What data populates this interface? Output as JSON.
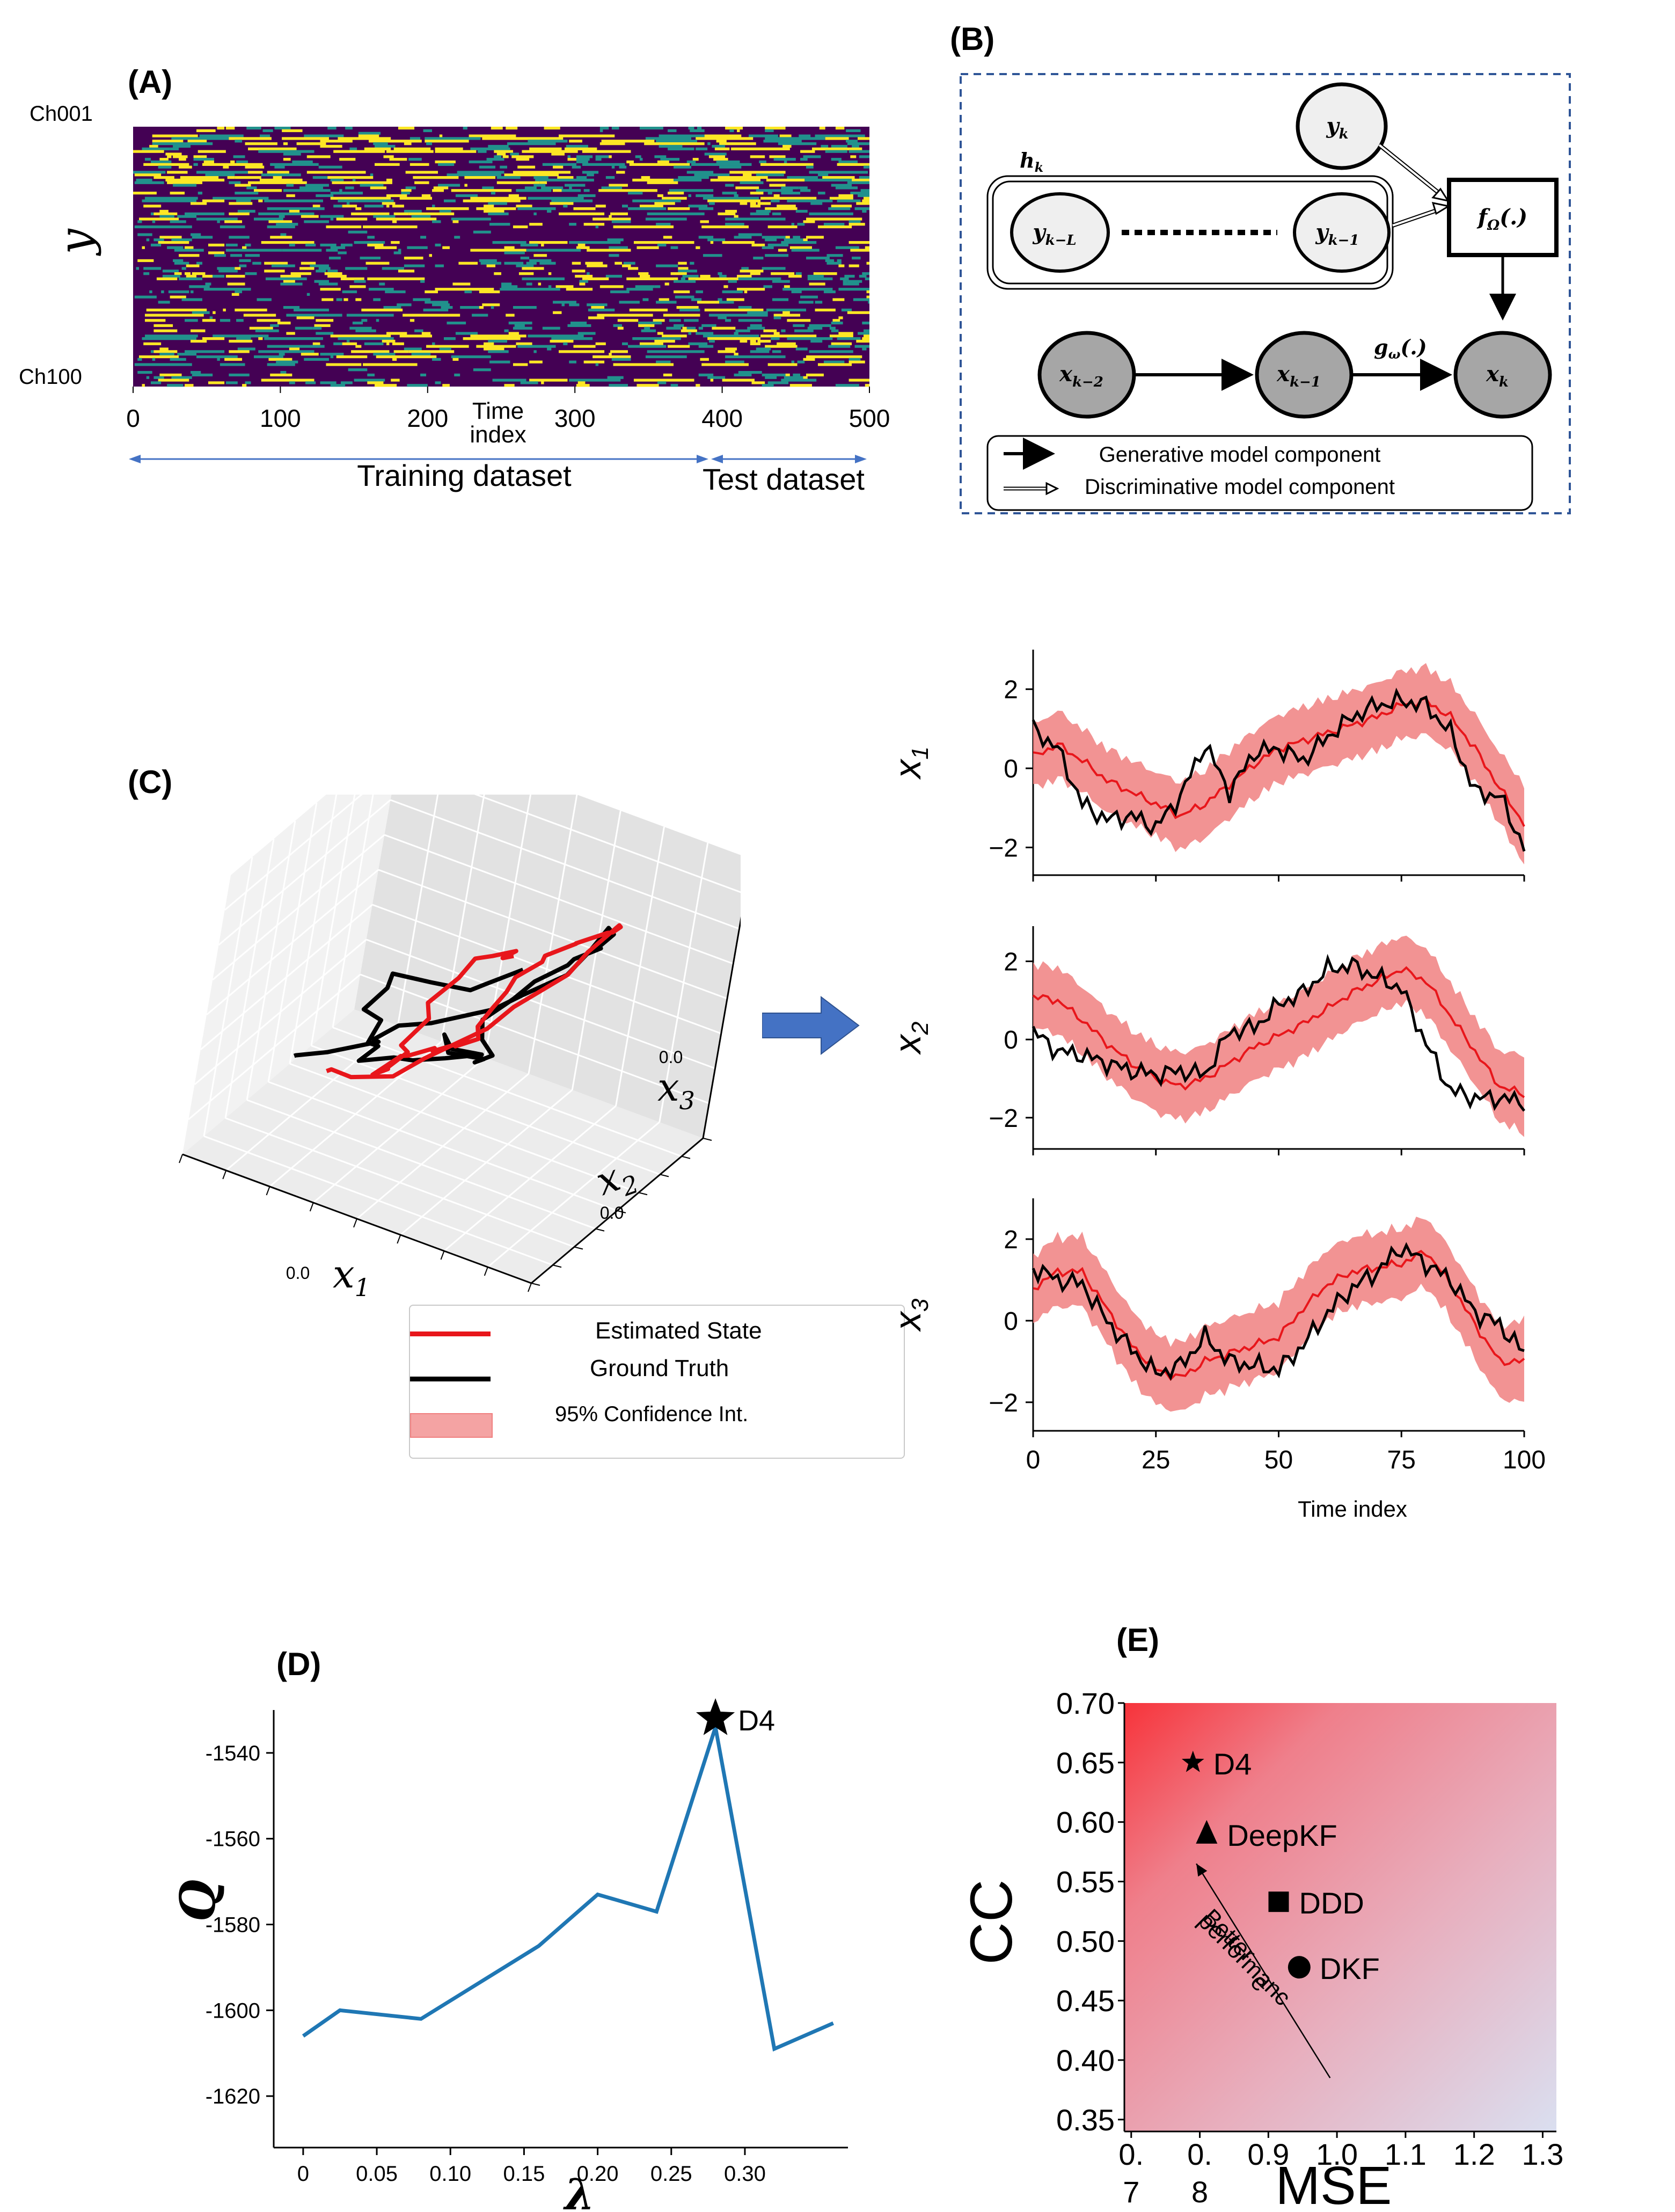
{
  "panels": {
    "A": {
      "label": "(A)",
      "ylabel": "y",
      "ch_top": "Ch001",
      "ch_bottom": "Ch100",
      "xticks": [
        "0",
        "100",
        "200",
        "300",
        "400",
        "500"
      ],
      "xlabel_line1": "Time",
      "xlabel_line2": "index",
      "training_label": "Training dataset",
      "test_label": "Test dataset",
      "colors": {
        "background": "#440154",
        "low": "#21918c",
        "high": "#fde725"
      }
    },
    "B": {
      "label": "(B)",
      "nodes": {
        "yk": "y",
        "yk_sub": "k",
        "hk": "h",
        "hk_sub": "k",
        "ykL": "y",
        "ykL_sub": "k−L",
        "ykm1": "y",
        "ykm1_sub": "k−1",
        "f": "f",
        "f_sub": "Ω",
        "f_arg": "(.)",
        "g": "g",
        "g_sub": "ω",
        "g_arg": "(.)",
        "xk2": "x",
        "xk2_sub": "k−2",
        "xk1": "x",
        "xk1_sub": "k−1",
        "xk": "x",
        "xk_sub": "k"
      },
      "legend": {
        "generative": "Generative model component",
        "discriminative": "Discriminative model component"
      }
    },
    "C": {
      "label": "(C)",
      "axis3d": {
        "x1": "x",
        "x1_sub": "1",
        "x2": "x",
        "x2_sub": "2",
        "x3": "x",
        "x3_sub": "3",
        "tick": "0.0"
      },
      "legend": {
        "estimated": "Estimated State",
        "ground_truth": "Ground Truth",
        "ci": "95% Confidence Int."
      },
      "colors": {
        "estimated": "#e8161b",
        "ground_truth": "#000000",
        "ci": "#f08080"
      }
    },
    "D": {
      "label": "(D)"
    },
    "E": {
      "label": "(E)",
      "arrow_text": [
        "Better",
        "performanc",
        "e"
      ]
    }
  },
  "chart_data": [
    {
      "id": "C-x1",
      "type": "line",
      "ylabel": "x",
      "ylabel_sub": "1",
      "xlim": [
        0,
        100
      ],
      "ylim": [
        -2.7,
        3.0
      ],
      "yticks": [
        -2,
        0,
        2
      ],
      "x": [
        0,
        5,
        10,
        15,
        20,
        25,
        30,
        35,
        40,
        45,
        50,
        55,
        60,
        65,
        70,
        75,
        80,
        85,
        90,
        95,
        100
      ],
      "series": [
        {
          "name": "Estimated State",
          "values": [
            0.3,
            0.6,
            0.2,
            -0.3,
            -0.6,
            -0.9,
            -1.2,
            -0.9,
            -0.4,
            0.1,
            0.5,
            0.7,
            0.9,
            1.1,
            1.3,
            1.6,
            1.7,
            1.3,
            0.5,
            -0.5,
            -1.4
          ]
        },
        {
          "name": "Ground Truth",
          "values": [
            1.0,
            0.5,
            -0.9,
            -1.3,
            -1.2,
            -1.5,
            -0.7,
            0.6,
            -0.6,
            0.4,
            0.5,
            0.2,
            0.8,
            1.3,
            1.6,
            1.7,
            1.6,
            0.9,
            -0.6,
            -0.7,
            -2.0
          ]
        }
      ],
      "ci_halfwidth": [
        0.8,
        0.85,
        0.8,
        0.8,
        0.8,
        0.8,
        0.85,
        0.85,
        0.85,
        0.85,
        0.85,
        0.85,
        0.85,
        0.85,
        0.85,
        0.85,
        0.85,
        0.85,
        0.85,
        0.9,
        1.0
      ]
    },
    {
      "id": "C-x2",
      "type": "line",
      "ylabel": "x",
      "ylabel_sub": "2",
      "xlim": [
        0,
        100
      ],
      "ylim": [
        -2.8,
        2.9
      ],
      "yticks": [
        -2,
        0,
        2
      ],
      "x": [
        0,
        5,
        10,
        15,
        20,
        25,
        30,
        35,
        40,
        45,
        50,
        55,
        60,
        65,
        70,
        75,
        80,
        85,
        90,
        95,
        100
      ],
      "series": [
        {
          "name": "Estimated State",
          "values": [
            1.1,
            1.0,
            0.5,
            -0.1,
            -0.6,
            -1.0,
            -1.2,
            -1.0,
            -0.6,
            -0.2,
            0.1,
            0.4,
            0.8,
            1.2,
            1.5,
            1.8,
            1.5,
            0.6,
            -0.3,
            -1.2,
            -1.4
          ]
        },
        {
          "name": "Ground Truth",
          "values": [
            0.2,
            -0.3,
            -0.4,
            -0.6,
            -0.8,
            -0.9,
            -0.8,
            -0.9,
            0.2,
            0.3,
            0.9,
            1.2,
            1.8,
            1.9,
            1.6,
            1.3,
            -0.1,
            -1.3,
            -1.5,
            -1.5,
            -1.6
          ]
        }
      ],
      "ci_halfwidth": [
        0.8,
        0.85,
        0.85,
        0.85,
        0.85,
        0.85,
        0.85,
        0.85,
        0.85,
        0.85,
        0.85,
        0.85,
        0.85,
        0.85,
        0.85,
        0.85,
        0.85,
        0.85,
        0.85,
        0.9,
        1.0
      ]
    },
    {
      "id": "C-x3",
      "type": "line",
      "ylabel": "x",
      "ylabel_sub": "3",
      "xlim": [
        0,
        100
      ],
      "ylim": [
        -2.7,
        3.0
      ],
      "yticks": [
        -2,
        0,
        2
      ],
      "xticks": [
        0,
        25,
        50,
        75,
        100
      ],
      "xlabel": "Time index",
      "x": [
        0,
        5,
        10,
        15,
        20,
        25,
        30,
        35,
        40,
        45,
        50,
        55,
        60,
        65,
        70,
        75,
        80,
        85,
        90,
        95,
        100
      ],
      "series": [
        {
          "name": "Estimated State",
          "values": [
            0.8,
            1.2,
            1.2,
            0.3,
            -0.6,
            -1.2,
            -1.4,
            -1.0,
            -0.8,
            -0.6,
            -0.4,
            0.3,
            0.9,
            1.2,
            1.3,
            1.4,
            1.7,
            0.9,
            -0.1,
            -1.0,
            -1.0
          ]
        },
        {
          "name": "Ground Truth",
          "values": [
            1.3,
            1.0,
            0.9,
            0.0,
            -0.7,
            -1.3,
            -1.1,
            -0.4,
            -1.0,
            -1.1,
            -1.2,
            -0.6,
            0.2,
            0.8,
            1.2,
            1.8,
            1.4,
            1.0,
            0.2,
            -0.1,
            -0.8
          ]
        }
      ],
      "ci_halfwidth": [
        0.8,
        0.85,
        0.85,
        0.85,
        0.85,
        0.85,
        0.85,
        0.85,
        0.85,
        0.85,
        0.85,
        0.85,
        0.85,
        0.85,
        0.85,
        0.85,
        0.85,
        0.85,
        0.85,
        0.9,
        1.0
      ]
    },
    {
      "id": "D",
      "type": "line",
      "xlabel": "λ",
      "ylabel": "Q",
      "xlim": [
        -0.02,
        0.37
      ],
      "ylim": [
        -1632,
        -1530
      ],
      "xticks": [
        "0",
        "0.05",
        "0.10",
        "0.15",
        "0.20",
        "0.25",
        "0.30"
      ],
      "xtick_values": [
        0,
        0.05,
        0.1,
        0.15,
        0.2,
        0.25,
        0.3
      ],
      "yticks": [
        -1620,
        -1600,
        -1580,
        -1560,
        -1540
      ],
      "x": [
        0.0,
        0.025,
        0.08,
        0.16,
        0.2,
        0.24,
        0.28,
        0.32,
        0.36
      ],
      "values": [
        -1606,
        -1600,
        -1602,
        -1585,
        -1573,
        -1577,
        -1534,
        -1609,
        -1603
      ],
      "color": "#1f77b4",
      "annotation": {
        "label": "D4",
        "x": 0.28,
        "y": -1532
      }
    },
    {
      "id": "E",
      "type": "scatter",
      "xlabel": "MSE",
      "ylabel": "CC",
      "xlim": [
        0.69,
        1.32
      ],
      "ylim": [
        0.34,
        0.7
      ],
      "xticks": [
        {
          "v": 0.7,
          "line1": "0.",
          "line2": "7"
        },
        {
          "v": 0.8,
          "line1": "0.",
          "line2": "8"
        },
        {
          "v": 0.9,
          "line1": "0.9",
          "line2": ""
        },
        {
          "v": 1.0,
          "line1": "1.0",
          "line2": ""
        },
        {
          "v": 1.1,
          "line1": "1.1",
          "line2": ""
        },
        {
          "v": 1.2,
          "line1": "1.2",
          "line2": ""
        },
        {
          "v": 1.3,
          "line1": "1.3",
          "line2": ""
        }
      ],
      "yticks": [
        "0.35",
        "0.40",
        "0.45",
        "0.50",
        "0.55",
        "0.60",
        "0.65",
        "0.70"
      ],
      "points": [
        {
          "label": "D4",
          "x": 0.79,
          "y": 0.65,
          "marker": "star"
        },
        {
          "label": "DeepKF",
          "x": 0.81,
          "y": 0.59,
          "marker": "triangle"
        },
        {
          "label": "DDD",
          "x": 0.915,
          "y": 0.533,
          "marker": "square"
        },
        {
          "label": "DKF",
          "x": 0.945,
          "y": 0.478,
          "marker": "circle"
        }
      ]
    }
  ]
}
